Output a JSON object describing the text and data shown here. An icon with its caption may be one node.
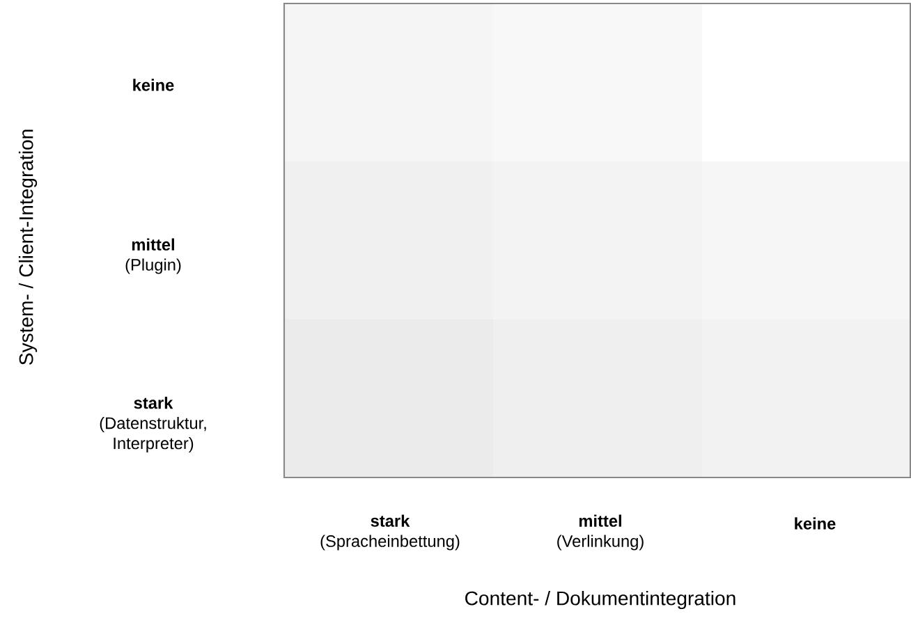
{
  "diagram": {
    "labels": [
      "System- / Client-Integration",
      "keine",
      "**mittel** (Plugin)",
      "**stark** (Datenstruktur, Interpreter)",
      "**stark** (Spracheinbettung)",
      "**mittel** (Verlinkung)",
      "keine",
      "Content- / Dokumentintegration"
    ]
  }
}
